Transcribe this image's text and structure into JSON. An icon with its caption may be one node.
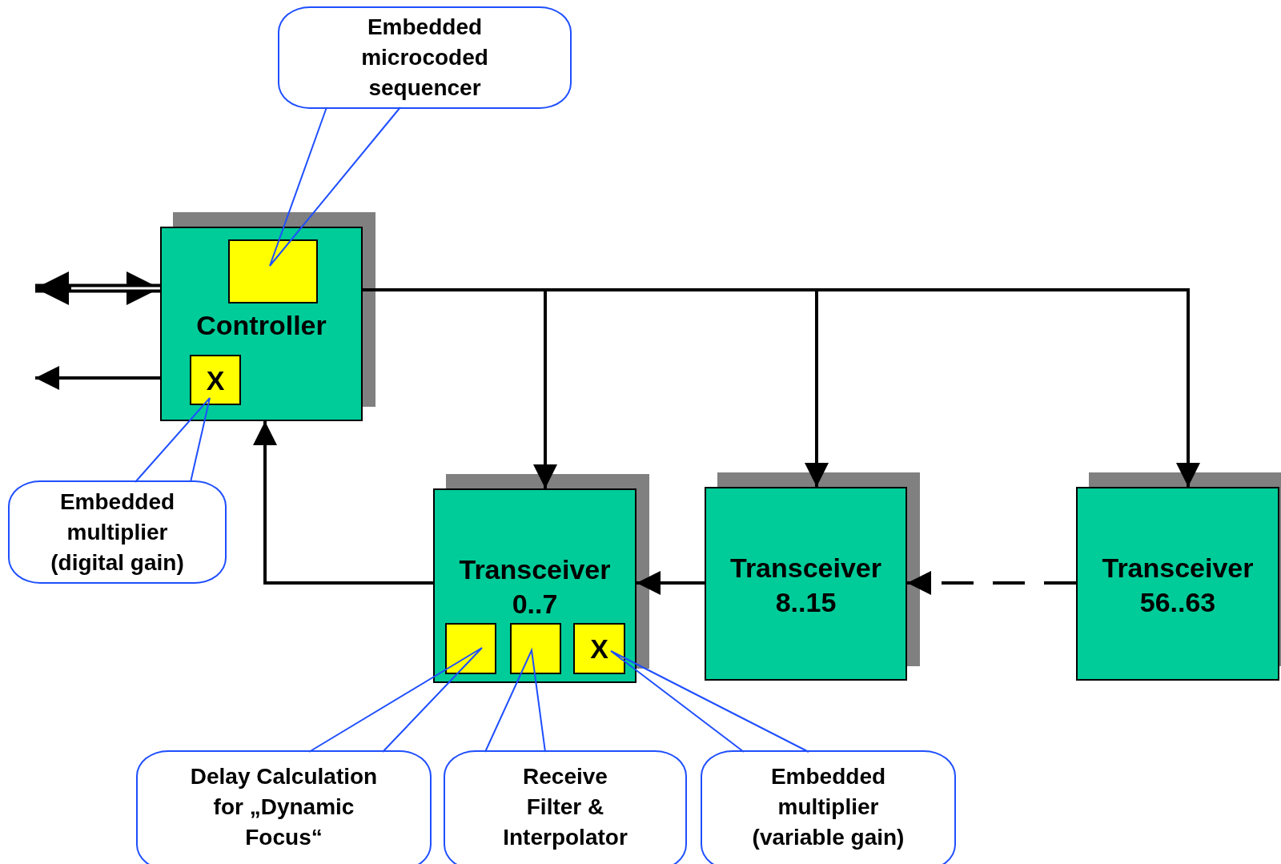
{
  "diagram": {
    "nodes": [
      {
        "text": [
          "Embedded microcoded sequencer"
        ]
      },
      {
        "text": [
          "Controller"
        ]
      },
      {
        "text": [],
        "shape": "box",
        "in": 1
      },
      {
        "text": [
          "X"
        ],
        "in": 1
      },
      {
        "text": [
          "Embedded multiplier (digital gain)"
        ]
      },
      {
        "text": [
          "Transceiver 0..7"
        ]
      },
      {
        "text": [],
        "shape": "box",
        "in": 5
      },
      {
        "text": [],
        "shape": "box",
        "in": 5
      },
      {
        "text": [
          "X"
        ],
        "in": 5
      },
      {
        "text": [
          "Transceiver 8..15"
        ]
      },
      {
        "text": [
          "Transceiver 56..63"
        ]
      },
      {
        "text": [
          "Delay Calculation for „Dynamic Focus“"
        ]
      },
      {
        "text": [
          "Receive Filter & Interpolator"
        ]
      },
      {
        "text": [
          "Embedded multiplier (variable gain)"
        ]
      }
    ],
    "edges": [
      {
        "from": null,
        "to": 1,
        "arrow": "both",
        "style": "thick"
      },
      {
        "from": 1,
        "to": null,
        "arrow": "to"
      },
      {
        "from": 1,
        "to": 5,
        "arrow": "to"
      },
      {
        "from": 1,
        "to": 9,
        "arrow": "to"
      },
      {
        "from": 1,
        "to": 10,
        "arrow": "to"
      },
      {
        "from": 9,
        "to": 5,
        "arrow": "to"
      },
      {
        "from": 10,
        "to": 9,
        "arrow": "to",
        "style": "dashed"
      },
      {
        "from": 5,
        "to": 1,
        "arrow": "to"
      },
      {
        "from": 0,
        "to": 2,
        "arrow": "none",
        "color": "#1f4fff"
      },
      {
        "from": 4,
        "to": 3,
        "arrow": "none",
        "color": "#1f4fff"
      },
      {
        "from": 11,
        "to": 6,
        "arrow": "none",
        "color": "#1f4fff"
      },
      {
        "from": 12,
        "to": 7,
        "arrow": "none",
        "color": "#1f4fff"
      },
      {
        "from": 13,
        "to": 8,
        "arrow": "none",
        "color": "#1f4fff"
      }
    ]
  }
}
